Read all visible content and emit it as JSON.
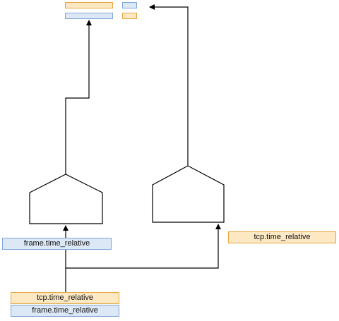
{
  "labels": {
    "frame_time_relative_1": "frame.time_relative",
    "tcp_time_relative_1": "tcp.time_relative",
    "tcp_time_relative_2": "tcp.time_relative",
    "frame_time_relative_2": "frame.time_relative"
  },
  "colors": {
    "orange_fill": "#fde8c4",
    "orange_border": "#e8a53c",
    "blue_fill": "#dce8f6",
    "blue_border": "#7ea6d8",
    "line": "#000000"
  }
}
